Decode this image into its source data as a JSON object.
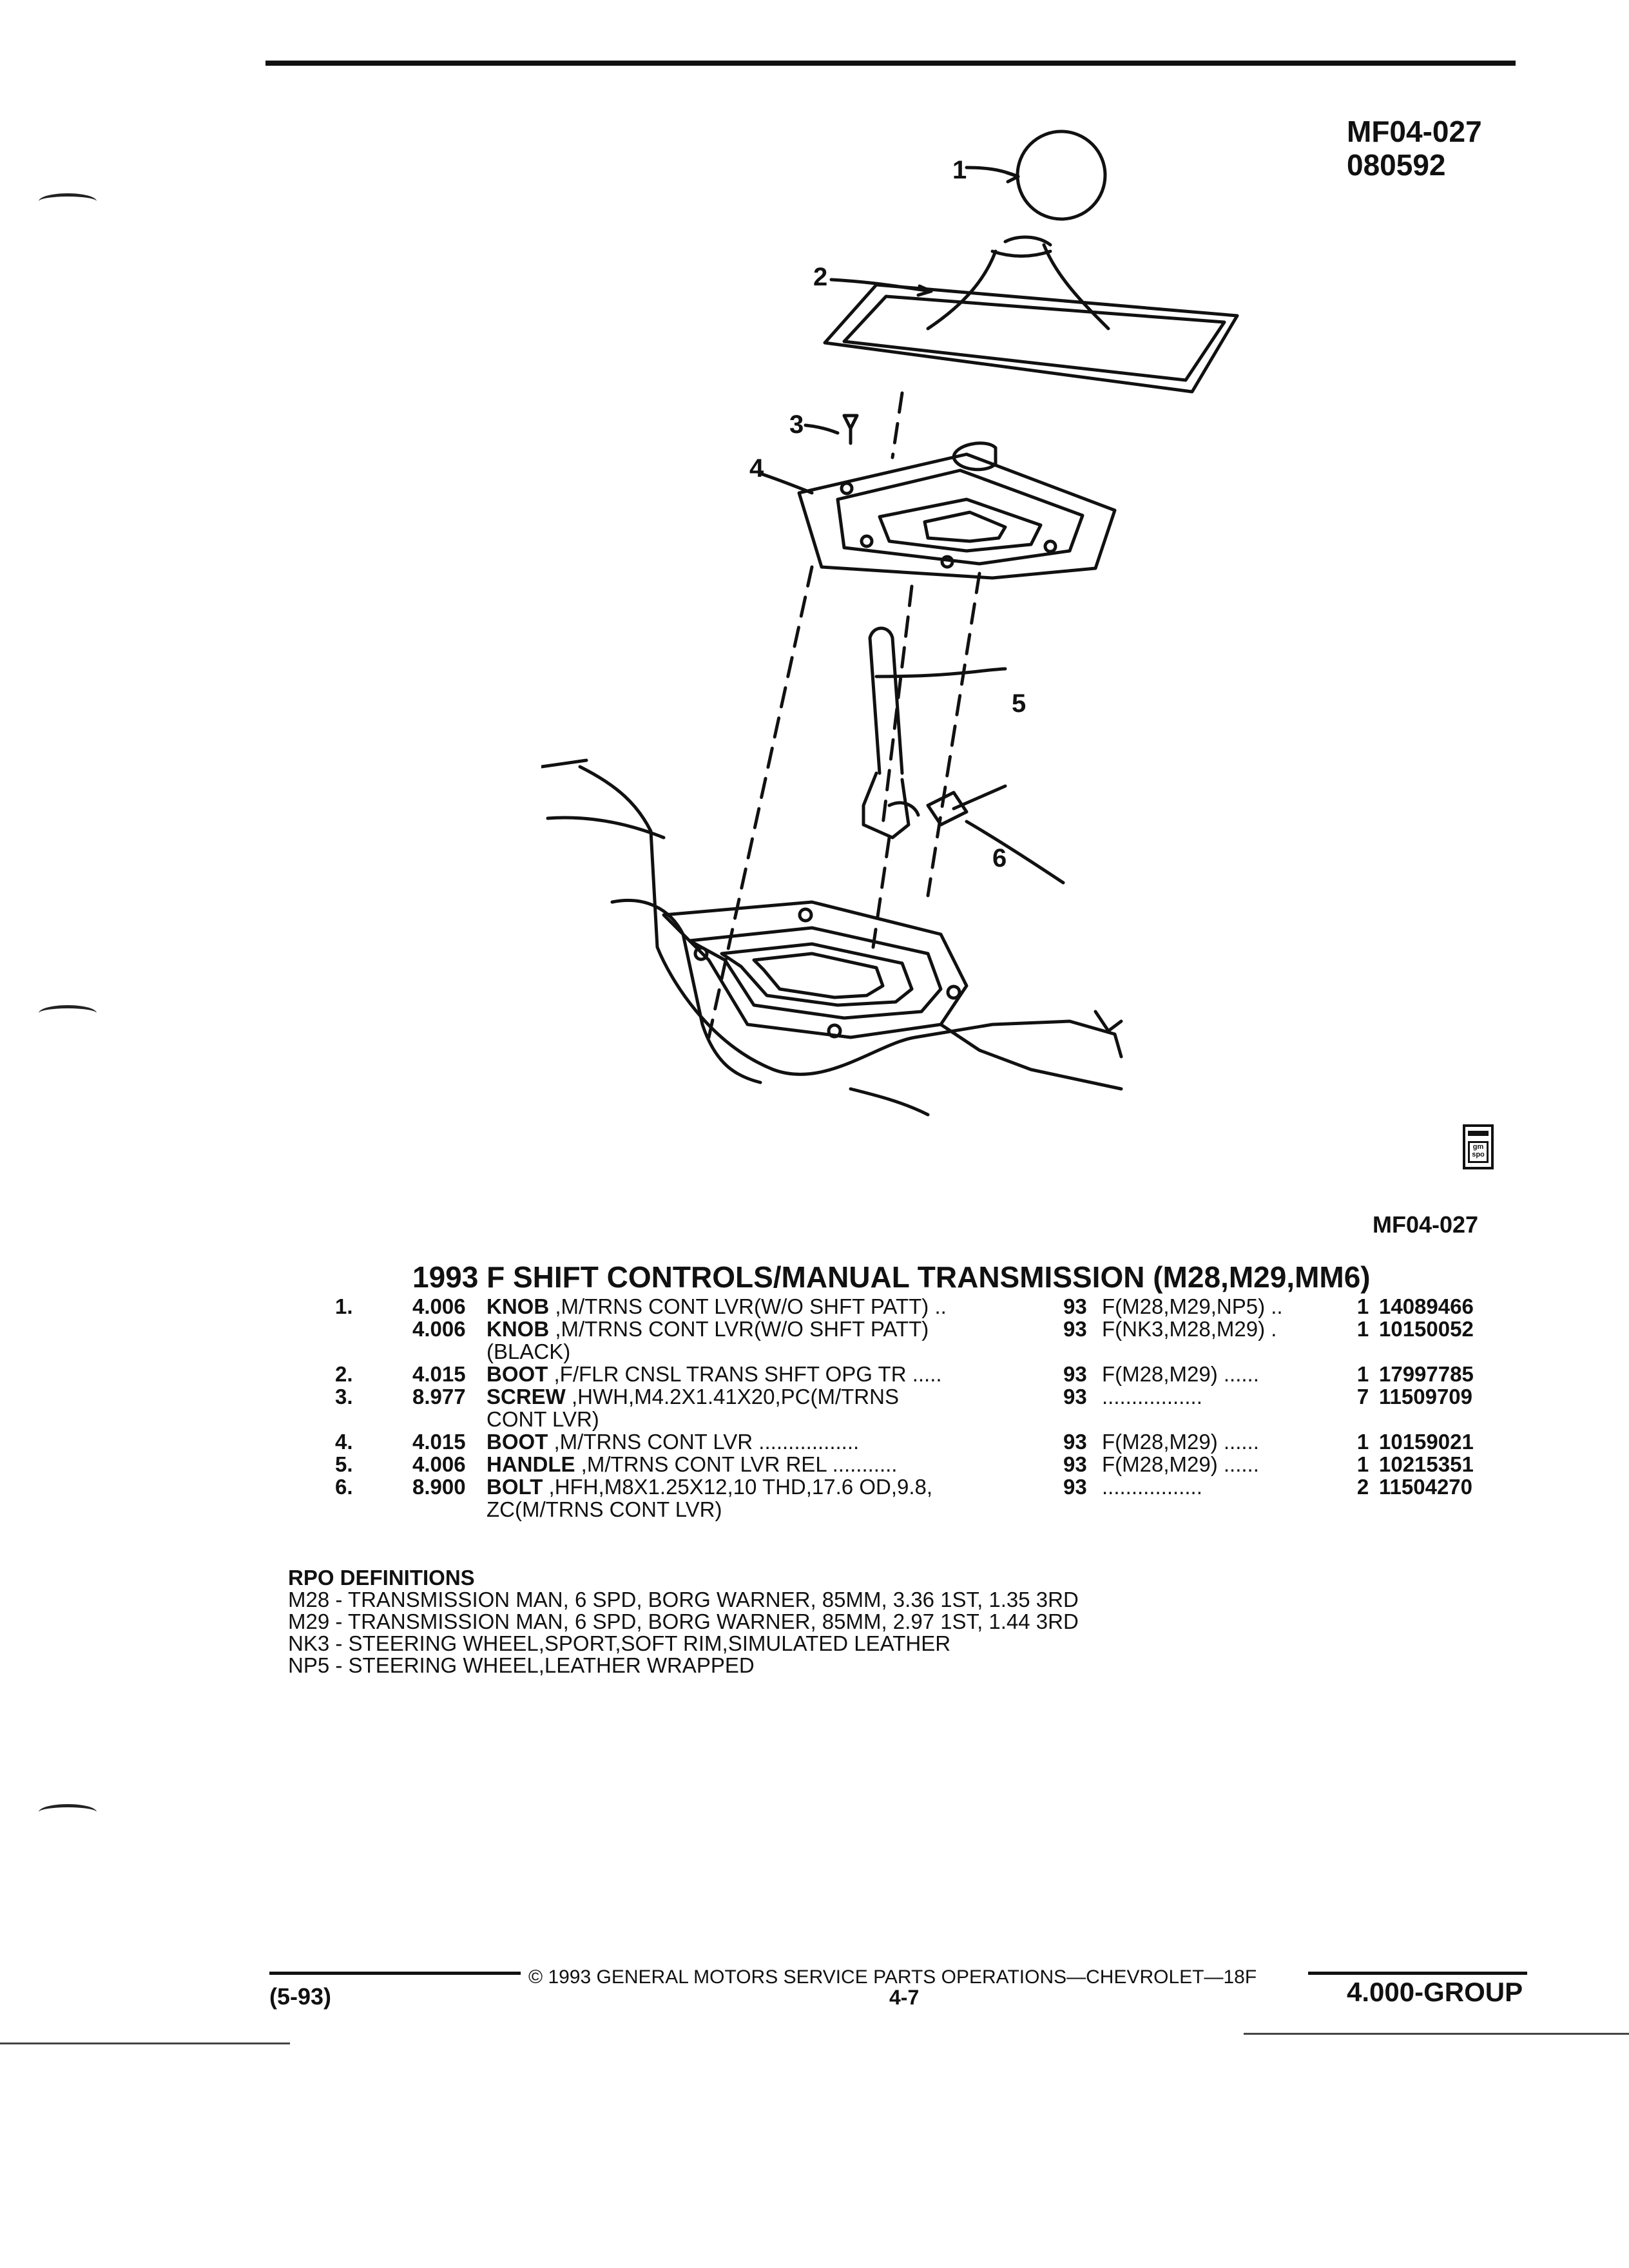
{
  "figure": {
    "code_top": "MF04-027",
    "date_code": "080592",
    "code_bottom": "MF04-027",
    "callouts": [
      "1",
      "2",
      "3",
      "4",
      "5",
      "6"
    ],
    "logo_text": "gm spo"
  },
  "section_title": "1993 F SHIFT CONTROLS/MANUAL TRANSMISSION (M28,M29,MM6)",
  "parts": [
    {
      "num": "1.",
      "code": "4.006",
      "name": "KNOB",
      "desc": " ,M/TRNS CONT LVR(W/O SHFT PATT)",
      "leader": " ..",
      "year": "93",
      "usage": "F(M28,M29,NP5) ..",
      "qty": "1",
      "part_no": "14089466"
    },
    {
      "num": "",
      "code": "4.006",
      "name": "KNOB",
      "desc": " ,M/TRNS CONT LVR(W/O SHFT PATT)",
      "leader": "",
      "cont": "(BLACK)",
      "year": "93",
      "usage": "F(NK3,M28,M29)  .",
      "qty": "1",
      "part_no": "10150052"
    },
    {
      "num": "2.",
      "code": "4.015",
      "name": "BOOT",
      "desc": " ,F/FLR CNSL TRANS SHFT OPG TR",
      "leader": " .....",
      "year": "93",
      "usage": "F(M28,M29) ......",
      "qty": "1",
      "part_no": "17997785"
    },
    {
      "num": "3.",
      "code": "8.977",
      "name": "SCREW",
      "desc": " ,HWH,M4.2X1.41X20,PC(M/TRNS",
      "leader": "",
      "cont": "CONT LVR)",
      "year": "93",
      "usage": ".................",
      "qty": "7",
      "part_no": "11509709"
    },
    {
      "num": "4.",
      "code": "4.015",
      "name": "BOOT",
      "desc": " ,M/TRNS CONT LVR",
      "leader": " .................",
      "year": "93",
      "usage": "F(M28,M29) ......",
      "qty": "1",
      "part_no": "10159021"
    },
    {
      "num": "5.",
      "code": "4.006",
      "name": "HANDLE",
      "desc": " ,M/TRNS CONT LVR REL",
      "leader": " ...........",
      "year": "93",
      "usage": "F(M28,M29) ......",
      "qty": "1",
      "part_no": "10215351"
    },
    {
      "num": "6.",
      "code": "8.900",
      "name": "BOLT",
      "desc": " ,HFH,M8X1.25X12,10 THD,17.6 OD,9.8,",
      "leader": "",
      "cont": "ZC(M/TRNS CONT LVR)",
      "year": "93",
      "usage": ".................",
      "qty": "2",
      "part_no": "11504270"
    }
  ],
  "rpo": {
    "heading": "RPO DEFINITIONS",
    "items": [
      "M28 - TRANSMISSION MAN, 6 SPD, BORG WARNER, 85MM, 3.36 1ST, 1.35 3RD",
      "M29 - TRANSMISSION MAN, 6 SPD, BORG WARNER, 85MM, 2.97 1ST, 1.44 3RD",
      "NK3 - STEERING WHEEL,SPORT,SOFT RIM,SIMULATED LEATHER",
      "NP5 - STEERING WHEEL,LEATHER WRAPPED"
    ]
  },
  "footer": {
    "copyright": "© 1993 GENERAL MOTORS SERVICE PARTS OPERATIONS—CHEVROLET—18F",
    "date": "(5-93)",
    "page": "4-7",
    "group": "4.000-GROUP"
  }
}
